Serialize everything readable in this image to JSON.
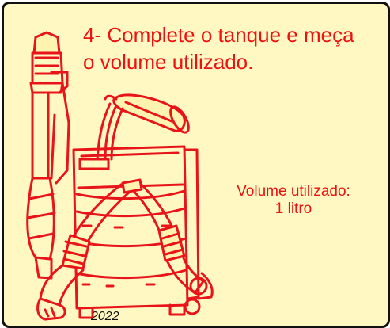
{
  "heading": {
    "line1": "4- Complete o tanque e meça",
    "line2": "o volume utilizado."
  },
  "annotation": {
    "line1": "Volume utilizado:",
    "line2": "1 litro"
  },
  "year": "2022",
  "colors": {
    "panel_background": "#fff8c2",
    "text_red": "#ee1111",
    "line_red": "#e8141a",
    "border": "#111111"
  },
  "icons": [
    "backpack-sprayer-icon",
    "measuring-cup-icon",
    "spray-lance-icon"
  ]
}
